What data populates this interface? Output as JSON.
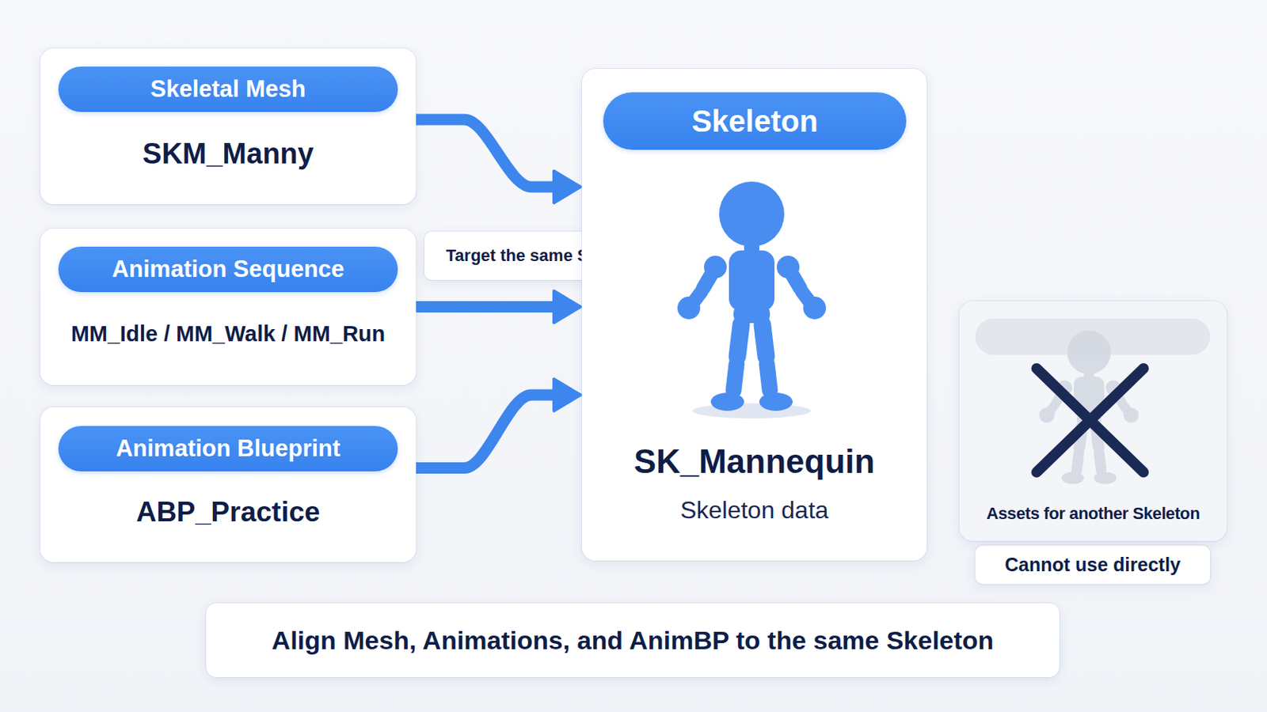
{
  "diagram": {
    "caption": "Align Mesh, Animations, and AnimBP to the same Skeleton",
    "nodes": [
      {
        "text": [
          "Skeletal Mesh",
          "SKM_Manny"
        ]
      },
      {
        "text": [
          "Animation Sequence",
          "MM_Idle / MM_Walk / MM_Run"
        ]
      },
      {
        "text": [
          "Animation Blueprint",
          "ABP_Practice"
        ]
      },
      {
        "text": [
          "Target the same Skeleton"
        ]
      },
      {
        "text": [
          "Skeleton",
          "SK_Mannequin",
          "Skeleton data"
        ]
      },
      {
        "text": [
          "Assets for another Skeleton"
        ]
      },
      {
        "text": [
          "Cannot use directly"
        ]
      }
    ],
    "edges": [
      {
        "from": 0,
        "to": 4,
        "arrow": "to"
      },
      {
        "from": 1,
        "to": 4,
        "arrow": "to"
      },
      {
        "from": 2,
        "to": 4,
        "arrow": "to"
      }
    ]
  }
}
